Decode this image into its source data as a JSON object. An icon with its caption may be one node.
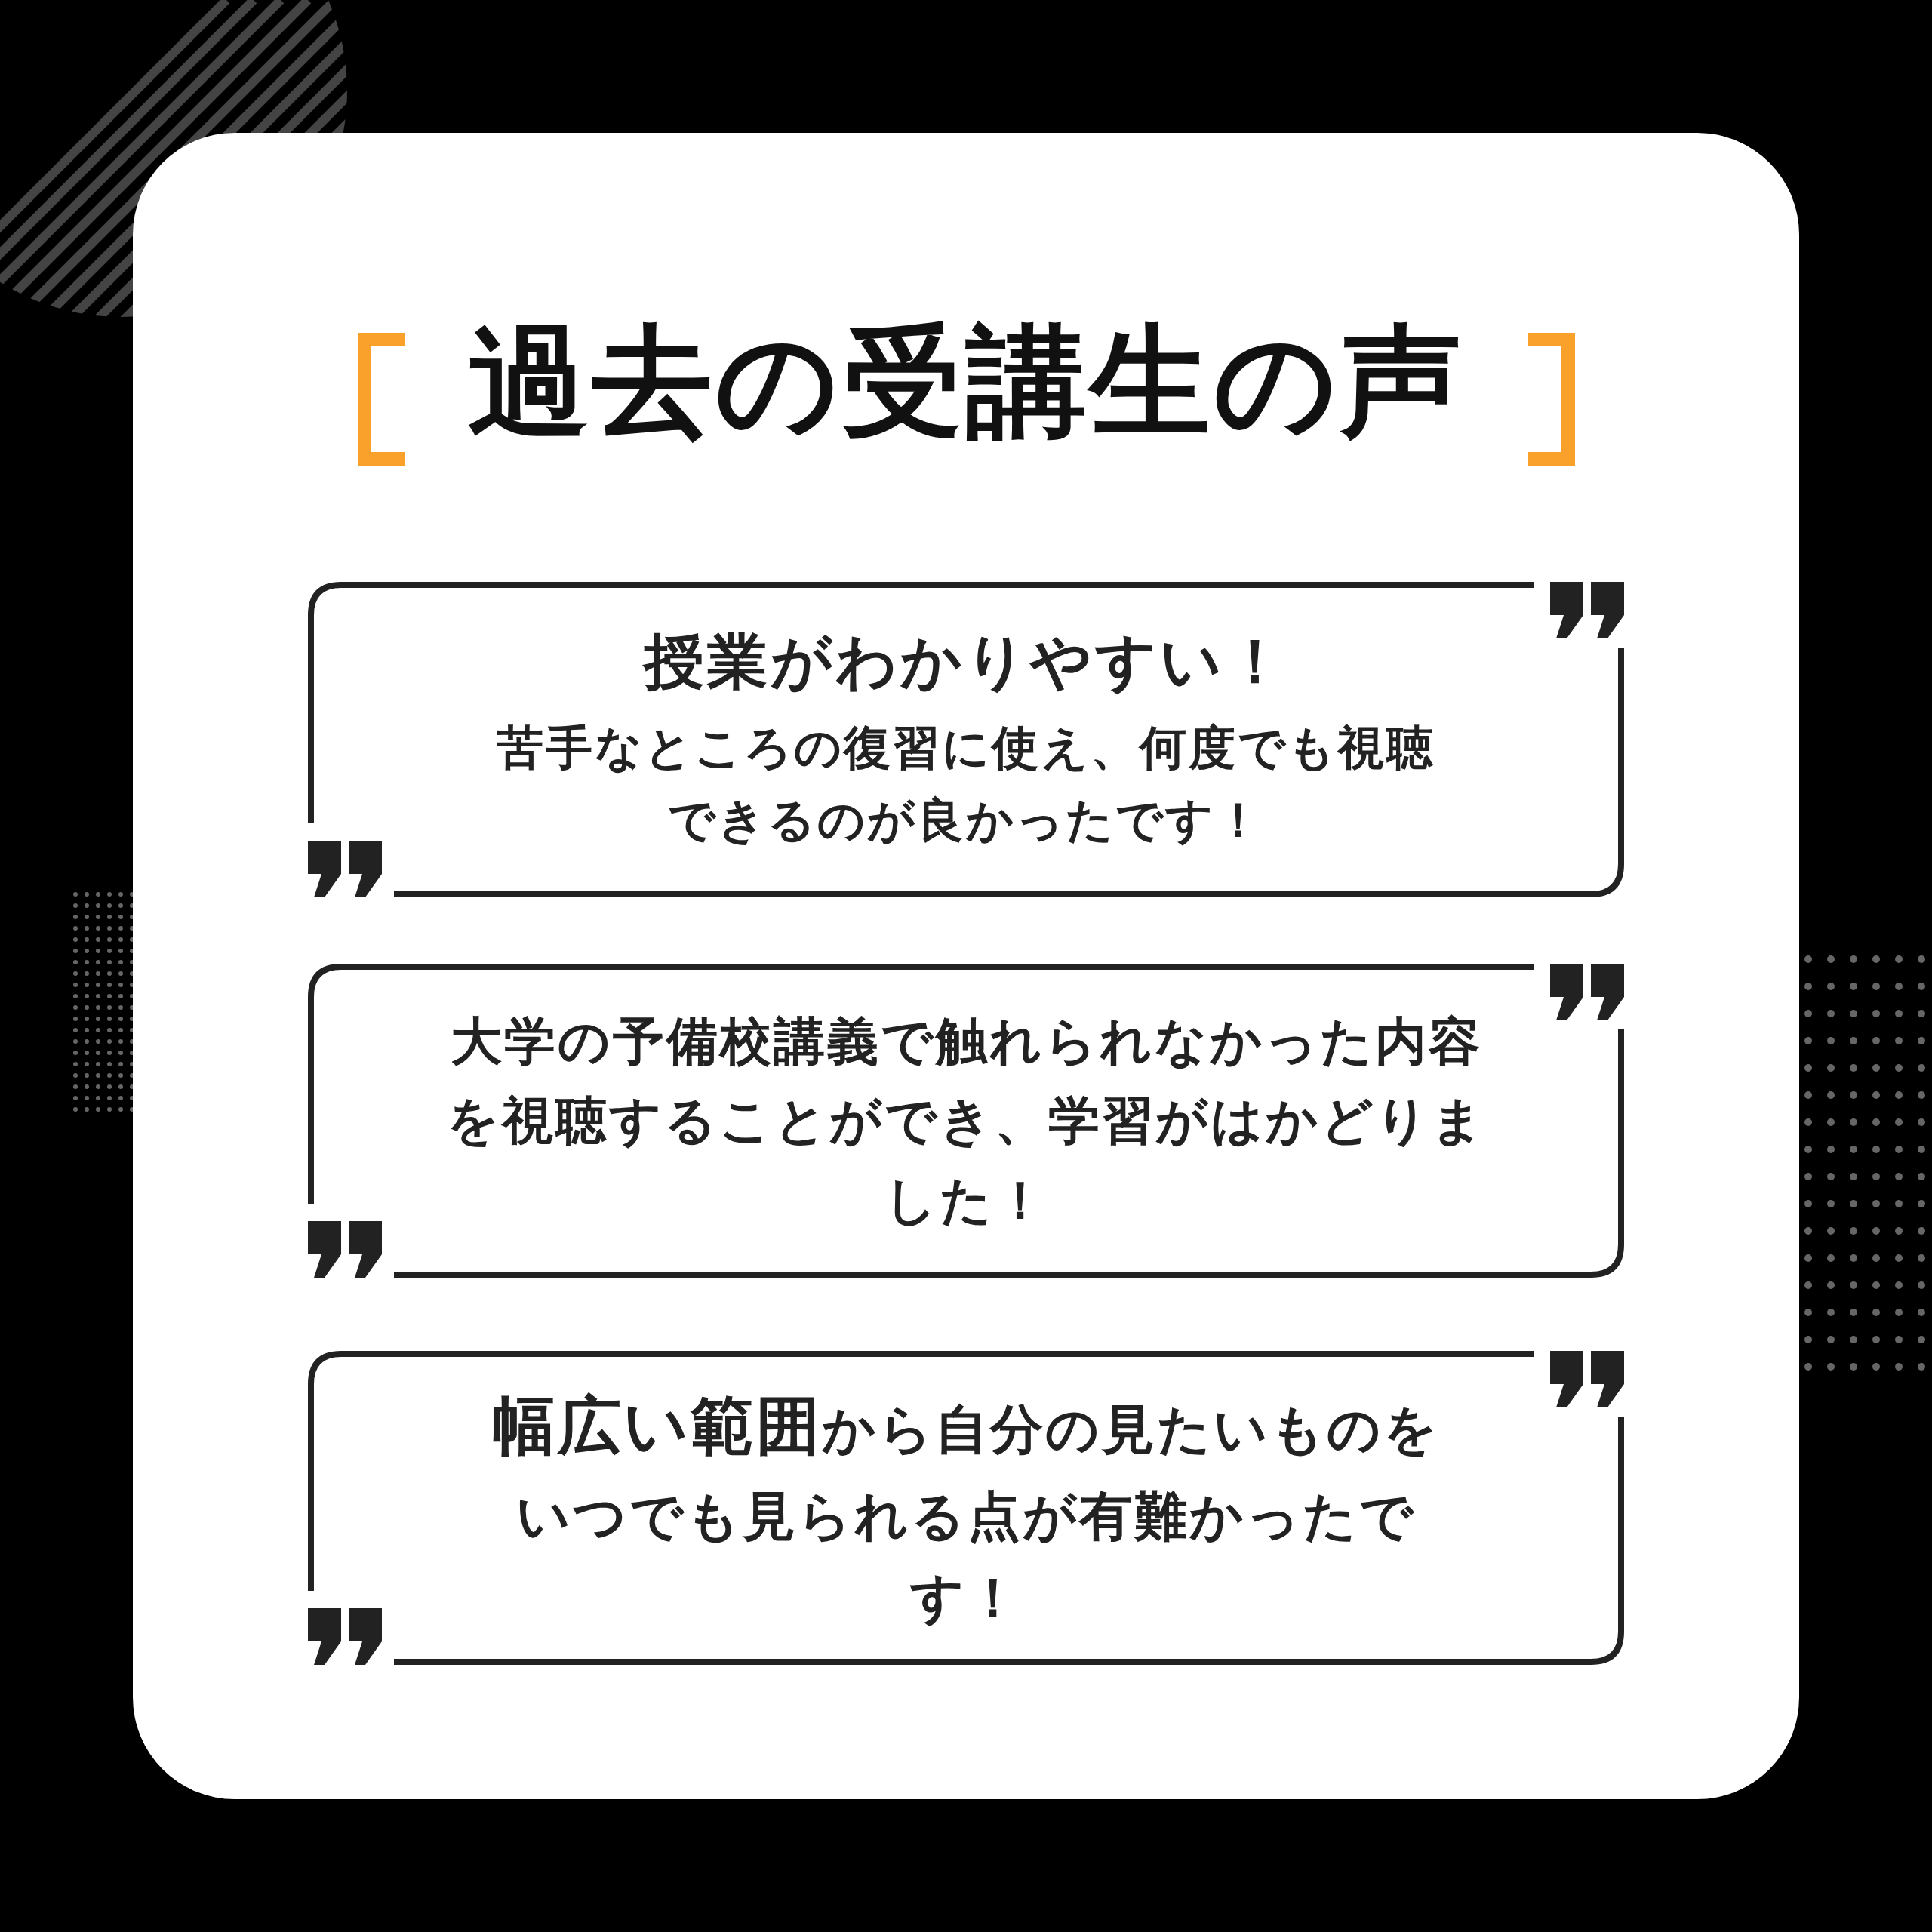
{
  "diagram": {
    "title": "過去の受講生の声",
    "nodes": [
      {
        "text": [
          "授業がわかりやすい！",
          "苦手なところの復習に使え、何度でも視聴できるのが良かったです！"
        ]
      },
      {
        "text": [
          "大学の予備校講義で触れられなかった内容を視聴することができ、学習がはかどりました！"
        ]
      },
      {
        "text": [
          "**幅広い範囲**から自分の見たいものをいつでも見られる点が有難かったです！"
        ]
      }
    ]
  }
}
